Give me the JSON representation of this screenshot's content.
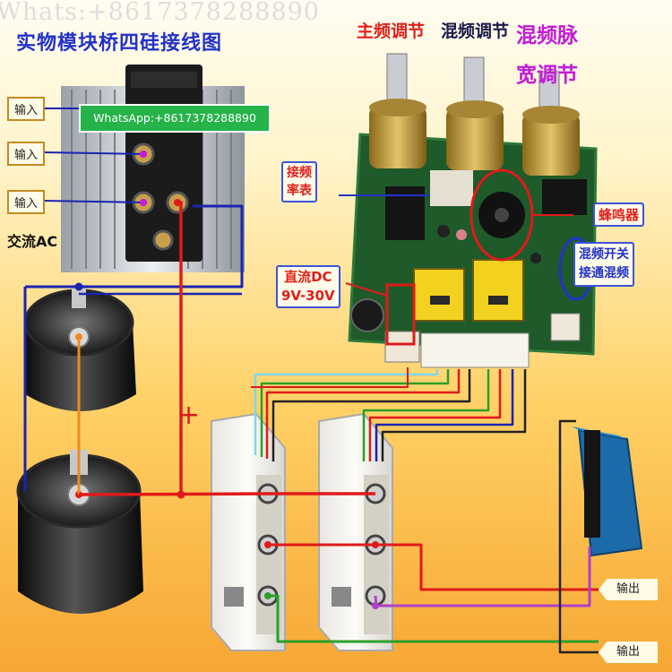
{
  "watermark": "Whats:+8617378288890",
  "whatsapp_badge": "WhatsApp:+8617378288890",
  "title": "实物模块桥四硅接线图",
  "labels": {
    "main_freq": "主频调节",
    "mix_freq": "混频调节",
    "mix_pulse_line1": "混频脉",
    "mix_pulse_line2": "宽调节",
    "freq_meter_line1": "接频",
    "freq_meter_line2": "率表",
    "buzzer": "蜂鸣器",
    "mix_switch_line1": "混频开关",
    "mix_switch_line2": "接通混频",
    "dc_line1": "直流DC",
    "dc_line2": "9V-30V",
    "ac": "交流AC",
    "plus": "+",
    "input": "输入",
    "output": "输出"
  },
  "inputs": [
    "输入",
    "输入",
    "输入"
  ],
  "outputs": [
    "输出",
    "输出"
  ],
  "colors": {
    "title_blue": "#2332c8",
    "label_red": "#e0211b",
    "label_magenta": "#c41bd6",
    "wire_red": "#e01a1a",
    "wire_blue": "#1a24b0",
    "wire_green": "#2aa02a",
    "wire_cyan": "#7fd8e8",
    "wire_purple": "#b040c8",
    "wire_black": "#222222",
    "wire_orange": "#f08a20",
    "whatsapp_green": "#25b34a"
  }
}
